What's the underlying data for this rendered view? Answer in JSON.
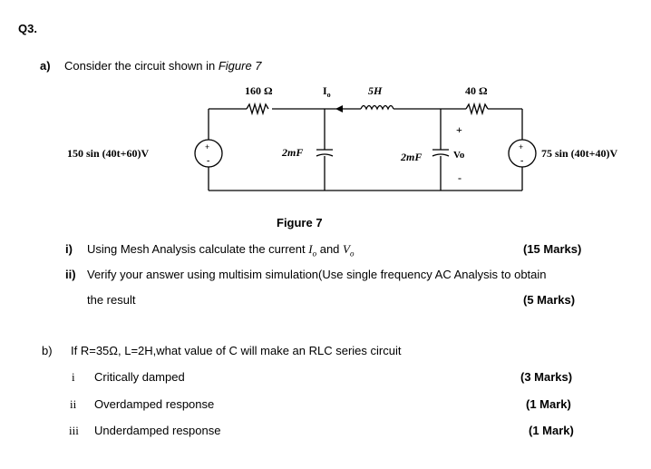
{
  "question": {
    "number": "Q3.",
    "part_a": {
      "letter": "a)",
      "prompt": "Consider the circuit shown in",
      "figure_ref": "Figure 7",
      "circuit": {
        "r1": "160 Ω",
        "current_label": "I",
        "current_sub": "o",
        "inductor": "5H",
        "r2": "40 Ω",
        "source_left": "150 sin (40t+60)V",
        "cap1": "2mF",
        "cap2": "2mF",
        "vo": "Vo",
        "vo_plus": "+",
        "vo_minus": "-",
        "source_right": "75 sin (40t+40)V",
        "src_plus": "+",
        "src_minus": "-"
      },
      "caption": "Figure 7",
      "items": [
        {
          "num": "i)",
          "text_prefix": "Using Mesh Analysis calculate the current",
          "var1": "I",
          "var1_sub": "o",
          "text_and": "and",
          "var2": "V",
          "var2_sub": "o",
          "marks": "(15 Marks)"
        },
        {
          "num": "ii)",
          "line1": "Verify your answer using multisim simulation(Use single frequency AC Analysis to obtain",
          "line2": "the result",
          "marks": "(5 Marks)"
        }
      ]
    },
    "part_b": {
      "letter": "b)",
      "prompt": "If R=35Ω, L=2H,what value of C will make an RLC series circuit",
      "items": [
        {
          "num": "i",
          "text": "Critically damped",
          "marks": "(3 Marks)"
        },
        {
          "num": "ii",
          "text": "Overdamped response",
          "marks": "(1 Mark)"
        },
        {
          "num": "iii",
          "text": "Underdamped response",
          "marks": "(1 Mark)"
        }
      ]
    }
  }
}
